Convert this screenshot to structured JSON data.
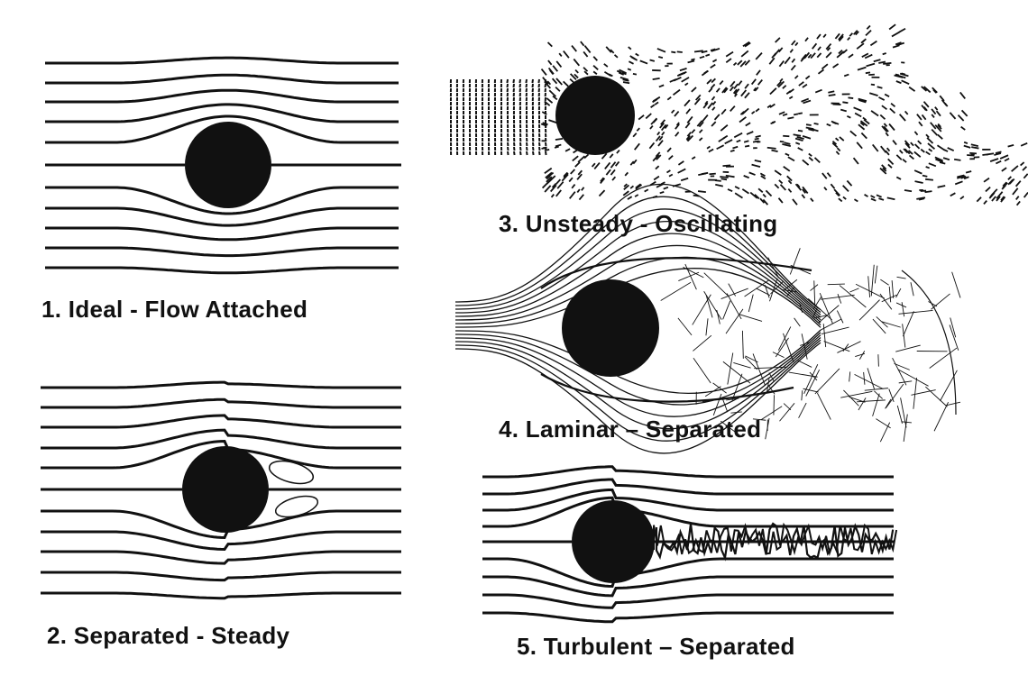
{
  "figure": {
    "panels": [
      {
        "id": "ideal",
        "caption": "1.  Ideal  - Flow  Attached"
      },
      {
        "id": "separated-steady",
        "caption": "2.  Separated - Steady"
      },
      {
        "id": "unsteady-oscillating",
        "caption": "3.  Unsteady - Oscillating"
      },
      {
        "id": "laminar-separated",
        "caption": "4.  Laminar – Separated"
      },
      {
        "id": "turbulent-separated",
        "caption": "5.  Turbulent – Separated"
      }
    ]
  },
  "colors": {
    "ink": "#111111",
    "background": "#ffffff"
  }
}
